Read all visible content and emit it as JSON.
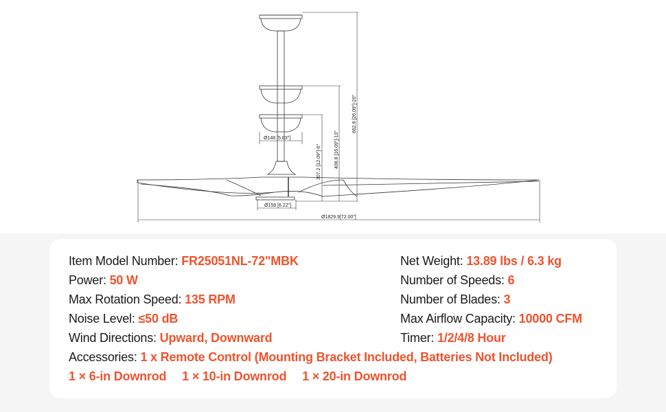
{
  "drawing": {
    "dim_canopy": "Ø148 [5.83\"]",
    "dim_motor": "Ø158 [6.22\"]",
    "dim_span": "Ø1829.9[72.00\"]",
    "dim_h6": "307.2 [12.09\"]-6\"",
    "dim_h10": "408.8 [16.09\"]-10\"",
    "dim_h20": "662.8 [26.09\"]-20\""
  },
  "specs": {
    "left": [
      {
        "label": "Item Model Number: ",
        "value": "FR25051NL-72\"MBK"
      },
      {
        "label": "Power: ",
        "value": "50 W"
      },
      {
        "label": "Max Rotation Speed: ",
        "value": "135 RPM"
      },
      {
        "label": "Noise Level: ",
        "value": "≤50 dB"
      },
      {
        "label": "Wind Directions: ",
        "value": "Upward, Downward"
      }
    ],
    "right": [
      {
        "label": "Net Weight: ",
        "value": "13.89 lbs / 6.3 kg"
      },
      {
        "label": "Number of Speeds: ",
        "value": "6"
      },
      {
        "label": "Number of Blades: ",
        "value": "3"
      },
      {
        "label": "Max Airflow Capacity: ",
        "value": "10000 CFM"
      },
      {
        "label": "Timer: ",
        "value": "1/2/4/8 Hour"
      }
    ],
    "accessories": {
      "label": "Accessories: ",
      "value": "1 x Remote Control (Mounting Bracket Included, Batteries Not Included)"
    },
    "downrods": [
      "1 × 6-in Downrod",
      "1 × 10-in Downrod",
      "1 × 20-in Downrod"
    ]
  },
  "colors": {
    "accent": "#f0532d"
  }
}
